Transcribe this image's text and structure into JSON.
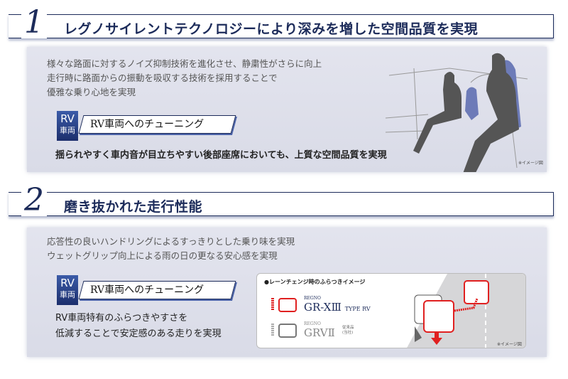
{
  "section1": {
    "number": "1",
    "title": "レグノサイレントテクノロジーにより深みを増した空間品質を実現",
    "body": [
      "様々な路面に対するノイズ抑制技術を進化させ、静粛性がさらに向上",
      "走行時に路面からの振動を吸収する技術を採用することで",
      "優雅な乗り心地を実現"
    ],
    "badge": {
      "top": "RV",
      "bottom": "車両"
    },
    "tuning_label": "RV車両へのチューニング",
    "highlight": "揺られやすく車内音が目立ちやすい後部座席においても、上質な空間品質を実現",
    "image_note": "※イメージ図"
  },
  "section2": {
    "number": "2",
    "title": "磨き抜かれた走行性能",
    "body": [
      "応答性の良いハンドリングによるすっきりとした乗り味を実現",
      "ウェットグリップ向上による雨の日の更なる安心感を実現"
    ],
    "badge": {
      "top": "RV",
      "bottom": "車両"
    },
    "tuning_label": "RV車両へのチューニング",
    "highlight": [
      "RV車両特有のふらつきやすさを",
      "低減することで安定感のある走りを実現"
    ],
    "diagram": {
      "title": "●レーンチェンジ時のふらつきイメージ",
      "product1": {
        "brand": "REGNO",
        "name": "GR-XⅢ",
        "type": "TYPE RV"
      },
      "product2": {
        "brand": "REGNO",
        "name": "GRVⅡ",
        "note1": "従来品",
        "note2": "(当社)"
      },
      "note": "※イメージ図"
    }
  },
  "colors": {
    "navy": "#1c2b5a",
    "red": "#e02020",
    "gray": "#888888"
  }
}
